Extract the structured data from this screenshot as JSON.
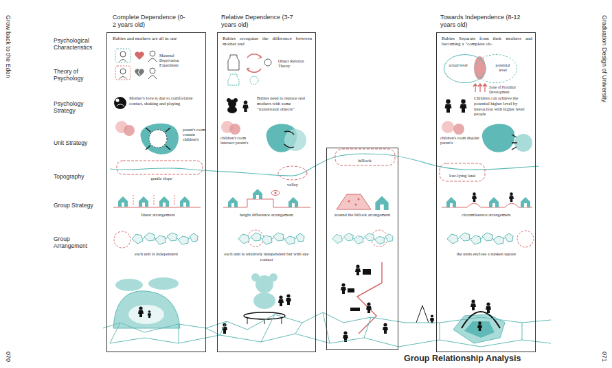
{
  "diagram": {
    "title": "Group Relationship Analysis",
    "nodes": [
      {
        "text": [
          "Complete Dependence (0-2 years old)",
          "Babies and mothers are all in one",
          "Maternal Deprivation Experiment",
          "Mother's love is due to comfortable contact, shaking and playing",
          "parent's room contain children's",
          "gentle slope",
          "linear arrangement",
          "each unit is independent"
        ]
      },
      {
        "text": [
          "Relative Dependence (3-7 years old)",
          "Babies recognize the difference between mother and",
          "Object Relation Theory",
          "Babies need to replace real mothers with some \"transitional objects\"",
          "children's room intersect parent's",
          "valley",
          "height difference arrangement",
          "each unit is relatively independent but with eye contact"
        ]
      },
      {
        "text": [
          "hillock",
          "around the hillock arrangement"
        ]
      },
      {
        "text": [
          "Towards Independence (8-12 years old)",
          "Babies Separate from their mothers and becoming a \"complete ob-",
          "Zone of Proximal Development",
          "Children can achieve the potential higher level by interaction with higher level people",
          "children's room disjoint parent's",
          "low-lying land",
          "circumference arrangement",
          "the units enclose a sunken square"
        ]
      },
      {
        "text": [
          "actual level"
        ],
        "in": 3
      },
      {
        "text": [
          "potential level"
        ],
        "in": 3
      }
    ],
    "labels": [
      "Grow back to the Eden",
      "070",
      "Graduation Design of University",
      "071",
      "Psychological Characteristics",
      "Theory of Psychology",
      "Psychology Strategy",
      "Unit Strategy",
      "Topography",
      "Group Strategy",
      "Group Arrangement"
    ]
  }
}
